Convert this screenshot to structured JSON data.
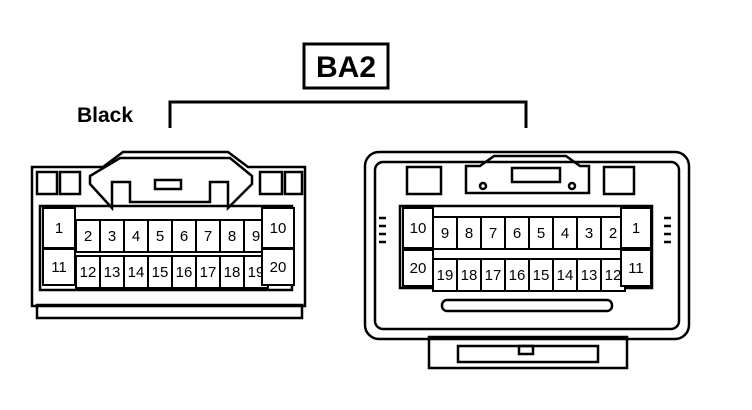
{
  "title": "BA2",
  "color_label": "Black",
  "left_connector": {
    "row1": [
      "1",
      "2",
      "3",
      "4",
      "5",
      "6",
      "7",
      "8",
      "9",
      "10"
    ],
    "row2": [
      "11",
      "12",
      "13",
      "14",
      "15",
      "16",
      "17",
      "18",
      "19",
      "20"
    ]
  },
  "right_connector": {
    "row1": [
      "10",
      "9",
      "8",
      "7",
      "6",
      "5",
      "4",
      "3",
      "2",
      "1"
    ],
    "row2": [
      "20",
      "19",
      "18",
      "17",
      "16",
      "15",
      "14",
      "13",
      "12",
      "11"
    ]
  }
}
